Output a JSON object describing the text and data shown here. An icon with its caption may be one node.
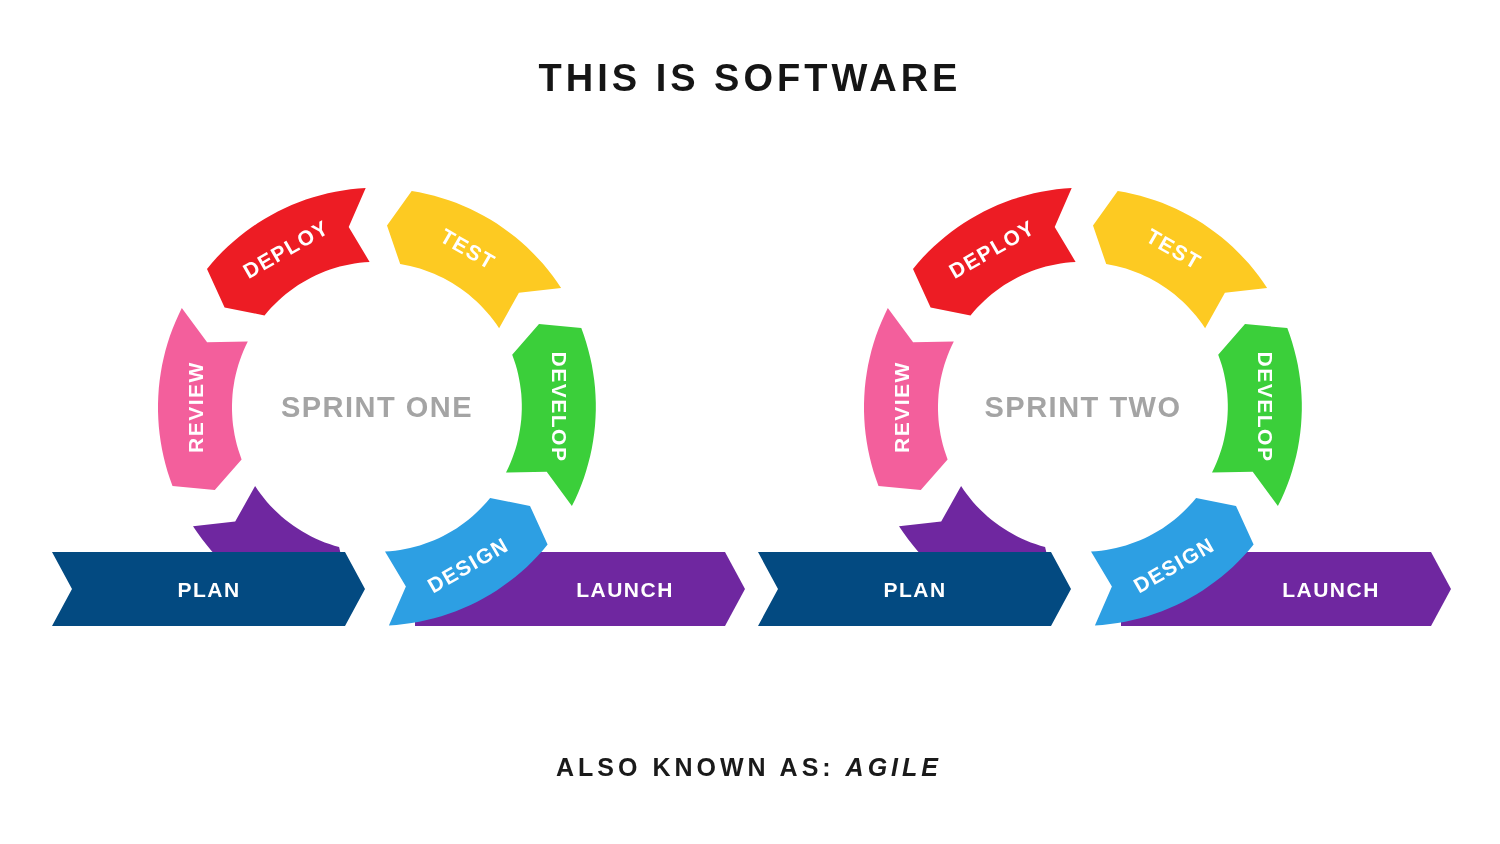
{
  "diagram": {
    "title": "THIS IS SOFTWARE",
    "caption": "ALSO KNOWN AS: *AGILE*",
    "nodes": [
      {
        "text": [
          "DEPLOY"
        ]
      },
      {
        "text": [
          "TEST"
        ]
      },
      {
        "text": [
          "REVIEW"
        ]
      },
      {
        "text": [
          "DEVELOP"
        ]
      },
      {
        "text": [],
        "shape": "arrow"
      },
      {
        "text": [
          "DESIGN"
        ]
      },
      {
        "text": [
          "PLAN"
        ]
      },
      {
        "text": [
          "LAUNCH"
        ]
      },
      {
        "text": [
          "DEPLOY"
        ]
      },
      {
        "text": [
          "TEST"
        ]
      },
      {
        "text": [
          "REVIEW"
        ]
      },
      {
        "text": [
          "DEVELOP"
        ]
      },
      {
        "text": [],
        "shape": "arrow"
      },
      {
        "text": [
          "DESIGN"
        ]
      },
      {
        "text": [
          "PLAN"
        ]
      },
      {
        "text": [
          "LAUNCH"
        ]
      }
    ],
    "labels": [
      "SPRINT ONE",
      "SPRINT TWO"
    ]
  }
}
